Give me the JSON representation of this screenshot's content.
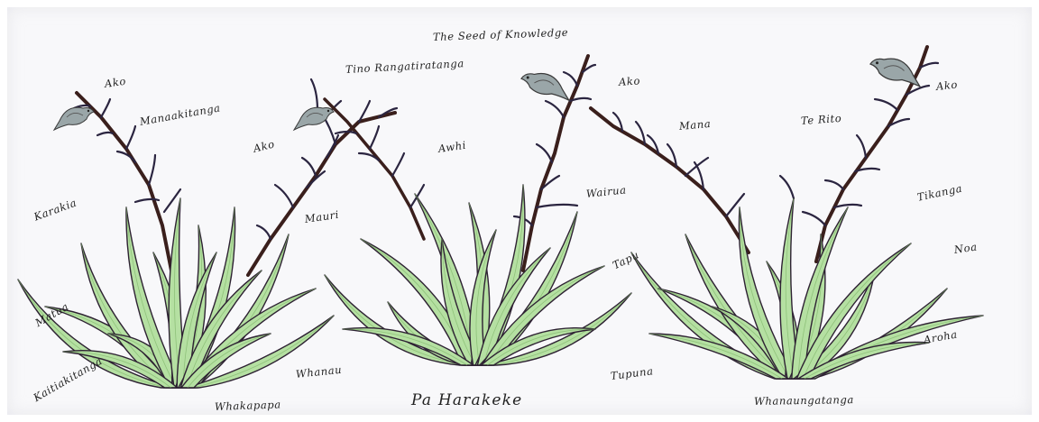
{
  "diagram": {
    "colors": {
      "leaf": "#b5e0a2",
      "leaf_outline": "#2e2233",
      "stalk": "#3a1f1c",
      "stalk_accent": "#2b2540",
      "paper": "#f8f8fa",
      "bird": "#9aa6a8"
    },
    "labels": {
      "seed_of_knowledge": "The Seed of Knowledge",
      "tino_rangatiratanga": "Tino Rangatiratanga",
      "ako_1": "Ako",
      "ako_2": "Ako",
      "ako_3": "Ako",
      "ako_4": "Ako",
      "manaakitanga": "Manaakitanga",
      "awhi": "Awhi",
      "mana": "Mana",
      "te_rito": "Te Rito",
      "karakia": "Karakia",
      "mauri": "Mauri",
      "wairua": "Wairua",
      "tikanga": "Tikanga",
      "noa": "Noa",
      "tapu": "Tapu",
      "matua": "Matua",
      "aroha": "Aroha",
      "kaitiakitanga": "Kaitiakitanga",
      "whanau": "Whanau",
      "tupuna": "Tupuna",
      "whakapapa": "Whakapapa",
      "pa_harakeke": "Pa Harakeke",
      "whanaungatanga": "Whanaungatanga"
    },
    "icons": [
      "bird-icon",
      "bird-icon",
      "bird-icon",
      "bird-icon"
    ]
  }
}
